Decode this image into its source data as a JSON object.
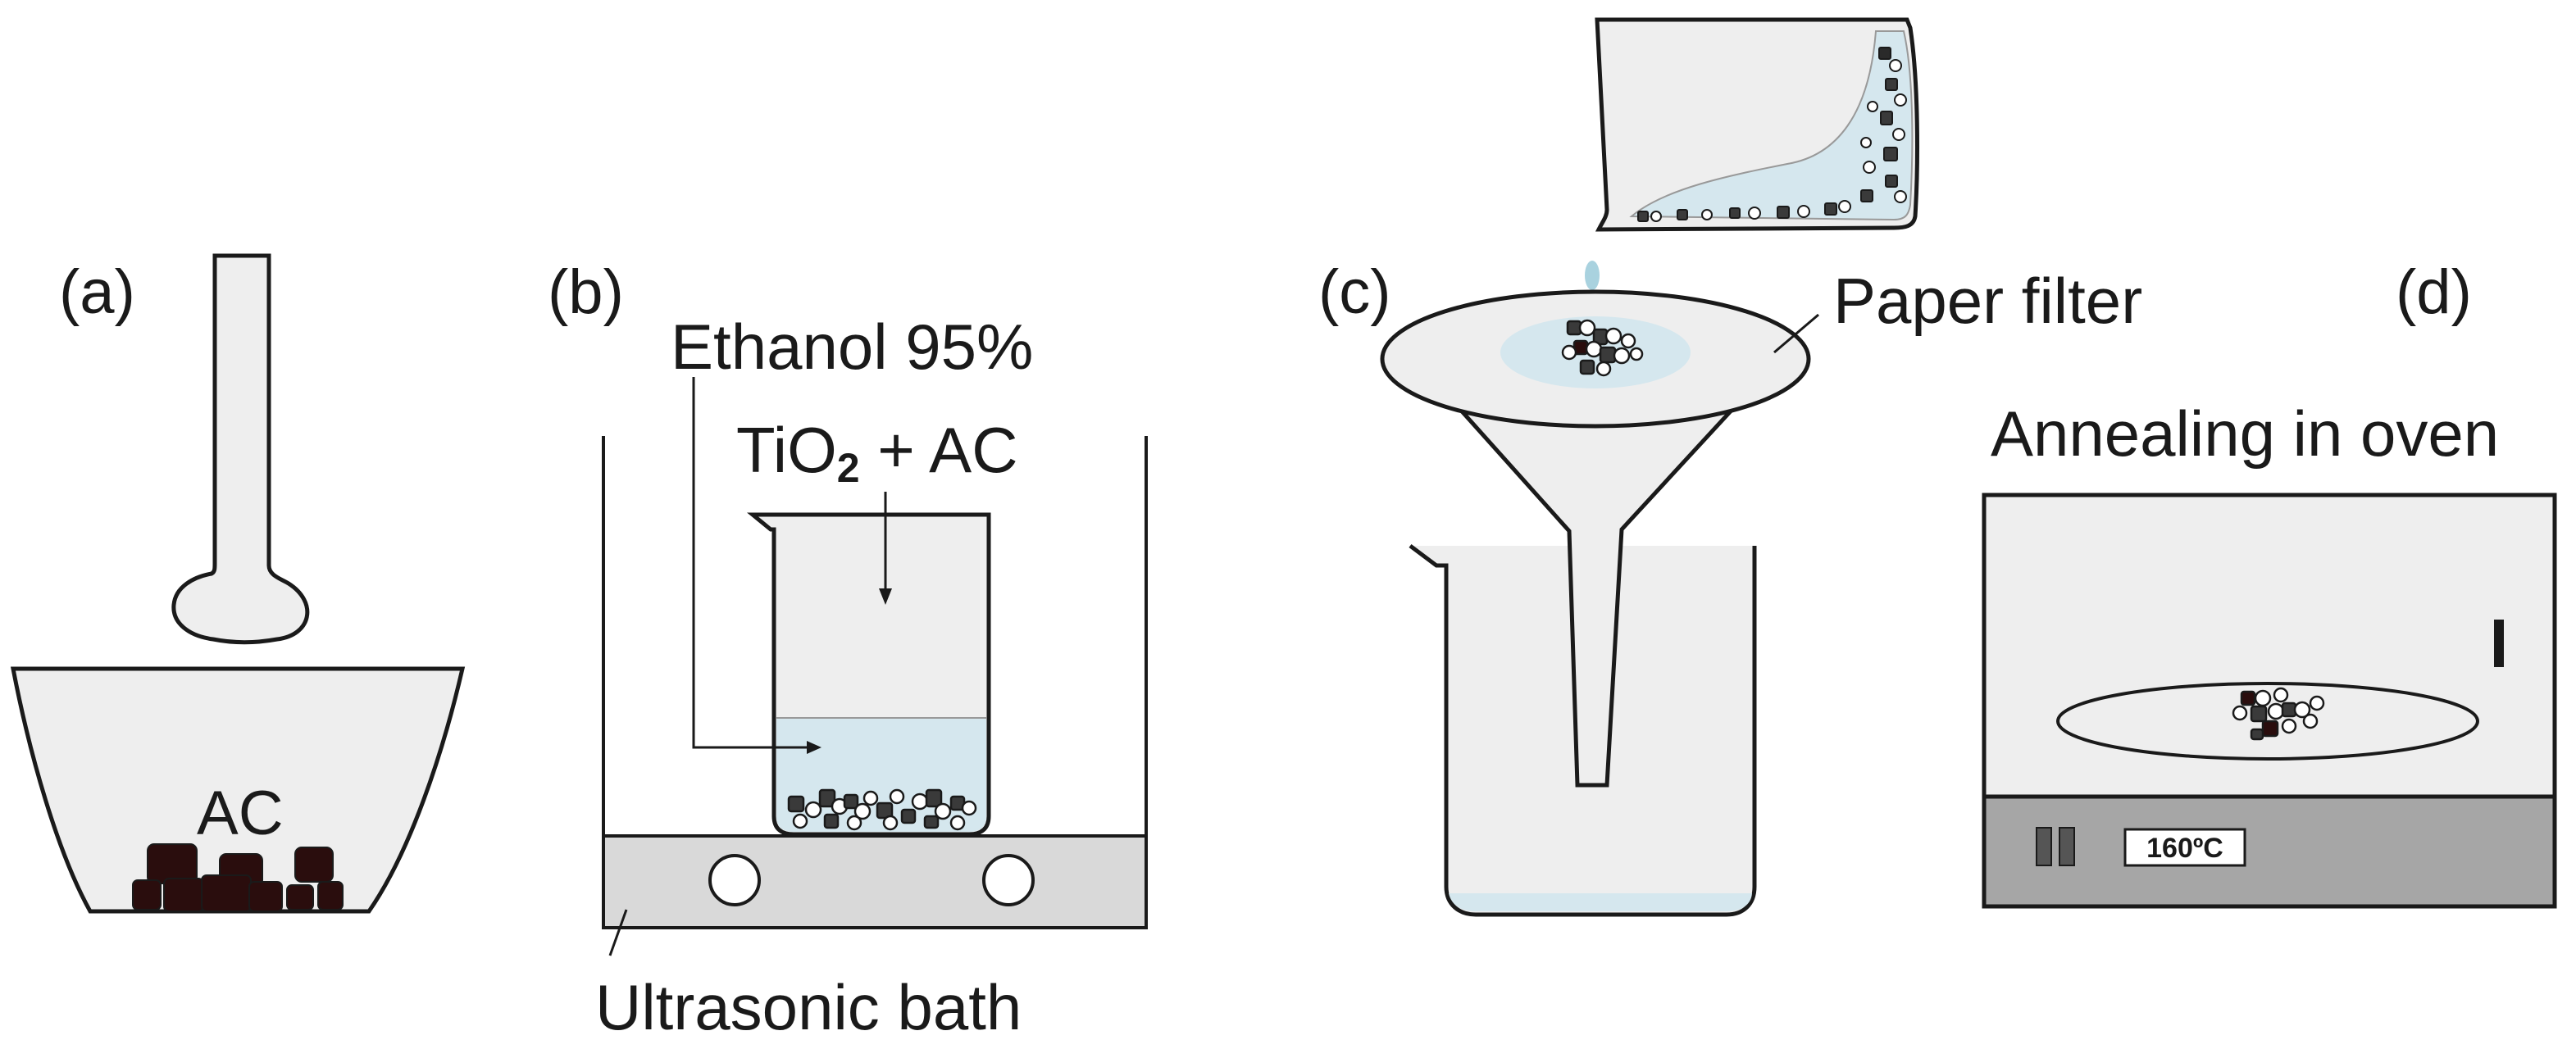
{
  "panels": {
    "a": {
      "label": "(a)",
      "material": "AC"
    },
    "b": {
      "label": "(b)",
      "ethanol": "Ethanol 95%",
      "mixture_main": "TiO",
      "mixture_sub": "2",
      "mixture_rest": " + AC",
      "bath": "Ultrasonic bath"
    },
    "c": {
      "label": "(c)",
      "filter": "Paper filter"
    },
    "d": {
      "label": "(d)",
      "title": "Annealing in oven",
      "temperature": "160ºC"
    }
  },
  "colors": {
    "outline": "#1a1a1a",
    "vessel_fill": "#eeeeee",
    "liquid": "#d5e7ee",
    "water_drop": "#a9d2df",
    "ac_particle": "#2a0d0d",
    "particle_dark": "#3a3a3a",
    "bath_fill": "#d9d9d9",
    "oven_panel": "#a6a6a6",
    "knob": "#555555"
  }
}
